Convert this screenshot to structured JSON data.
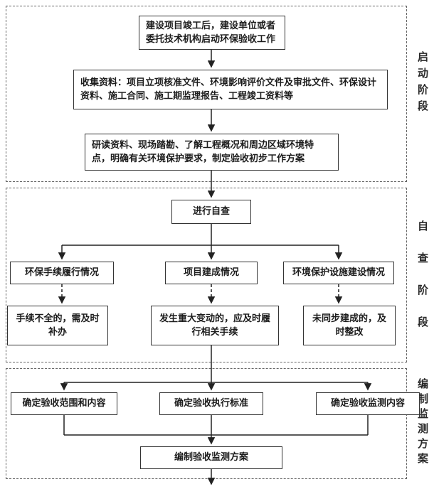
{
  "phases": {
    "startup": {
      "label": "启动阶段",
      "step1": "建设项目竣工后，建设单位或者委托技术机构启动环保验收工作",
      "step2": "收集资料：项目立项核准文件、环境影响评价文件及审批文件、环保设计资料、施工合同、施工期监理报告、工程竣工资料等",
      "step3": "研读资料、现场踏勘、了解工程概况和周边区域环境特点，明确有关环境保护要求，制定验收初步工作方案"
    },
    "selfcheck": {
      "label": "自查阶段",
      "start": "进行自查",
      "branch1": "环保手续履行情况",
      "branch2": "项目建成情况",
      "branch3": "环境保护设施建设情况",
      "result1": "手续不全的，需及时补办",
      "result2": "发生重大变动的，应及时履行相关手续",
      "result3": "未同步建成的，及时整改"
    },
    "plan": {
      "label": "编制监测方案",
      "item1": "确定验收范围和内容",
      "item2": "确定验收执行标准",
      "item3": "确定验收监测内容",
      "final": "编制验收监测方案"
    }
  },
  "colors": {
    "line": "#222222",
    "box_border": "#333333",
    "section_border": "#666666"
  }
}
